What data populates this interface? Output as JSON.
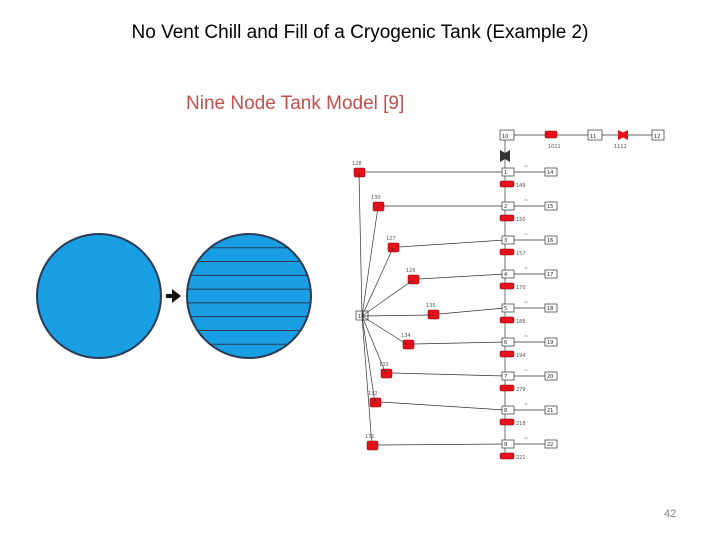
{
  "slide": {
    "title": "No Vent Chill and Fill of a Cryogenic Tank (Example 2)",
    "subtitle": "Nine Node Tank Model [9]",
    "page_number": "42"
  },
  "colors": {
    "tank_fill": "#1a9ee3",
    "tank_stroke": "#2b3a55",
    "node_red": "#e8101a",
    "subtitle_red": "#c0504d"
  },
  "tank_model": {
    "arrow_icon": "right-arrow-icon",
    "layer_count": 9
  },
  "network": {
    "top_labels": [
      "10",
      "11",
      "12"
    ],
    "top_sub_labels": [
      "1011",
      "1112"
    ],
    "collector_label": "13",
    "rows": [
      {
        "left": "128",
        "tank": "1",
        "right": "14",
        "pipe": "149"
      },
      {
        "left": "130",
        "tank": "2",
        "right": "15",
        "pipe": "150"
      },
      {
        "left": "127",
        "tank": "3",
        "right": "16",
        "pipe": "157"
      },
      {
        "left": "126",
        "tank": "4",
        "right": "17",
        "pipe": "170"
      },
      {
        "left": "135",
        "tank": "5",
        "right": "18",
        "pipe": "188"
      },
      {
        "left": "134",
        "tank": "6",
        "right": "19",
        "pipe": "194"
      },
      {
        "left": "133",
        "tank": "7",
        "right": "20",
        "pipe": "279"
      },
      {
        "left": "132",
        "tank": "8",
        "right": "21",
        "pipe": "218"
      },
      {
        "left": "131",
        "tank": "9",
        "right": "22",
        "pipe": "221"
      }
    ]
  }
}
